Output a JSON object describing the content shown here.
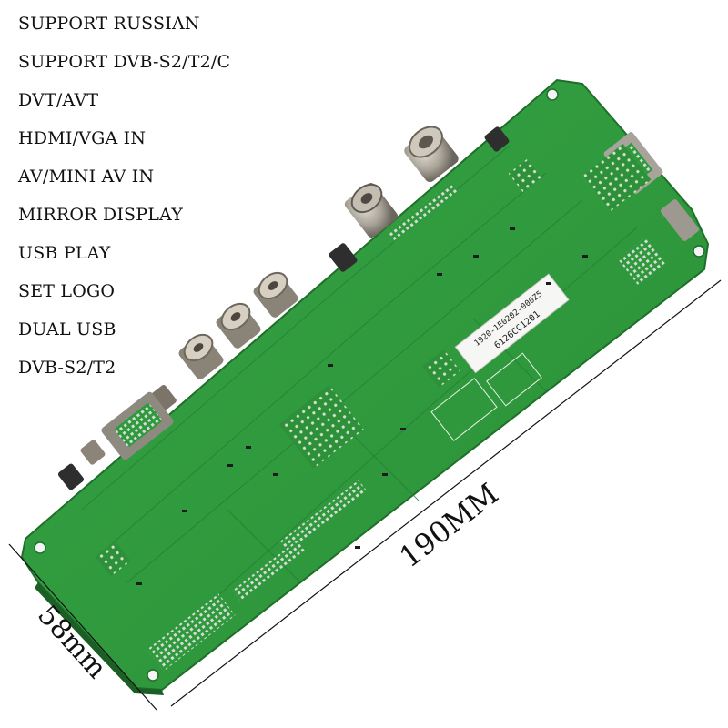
{
  "features": [
    "SUPPORT RUSSIAN",
    "SUPPORT DVB-S2/T2/C",
    "DVT/AVT",
    "HDMI/VGA IN",
    "AV/MINI AV IN",
    "MIRROR DISPLAY",
    "USB PLAY",
    "SET LOGO",
    "DUAL USB",
    "DVB-S2/T2"
  ],
  "dimensions": {
    "length_label": "190MM",
    "width_label": "58mm"
  },
  "board": {
    "sticker_text": "1920-1E0202-000Z5",
    "sticker_code": "6126CC1201",
    "colors": {
      "pcb": "#2f9a3c",
      "pcb_dark": "#1f6e2a",
      "silk": "#e8f0e4",
      "metal": "#b9b5ac",
      "connector_dark": "#3a3a3a"
    }
  }
}
